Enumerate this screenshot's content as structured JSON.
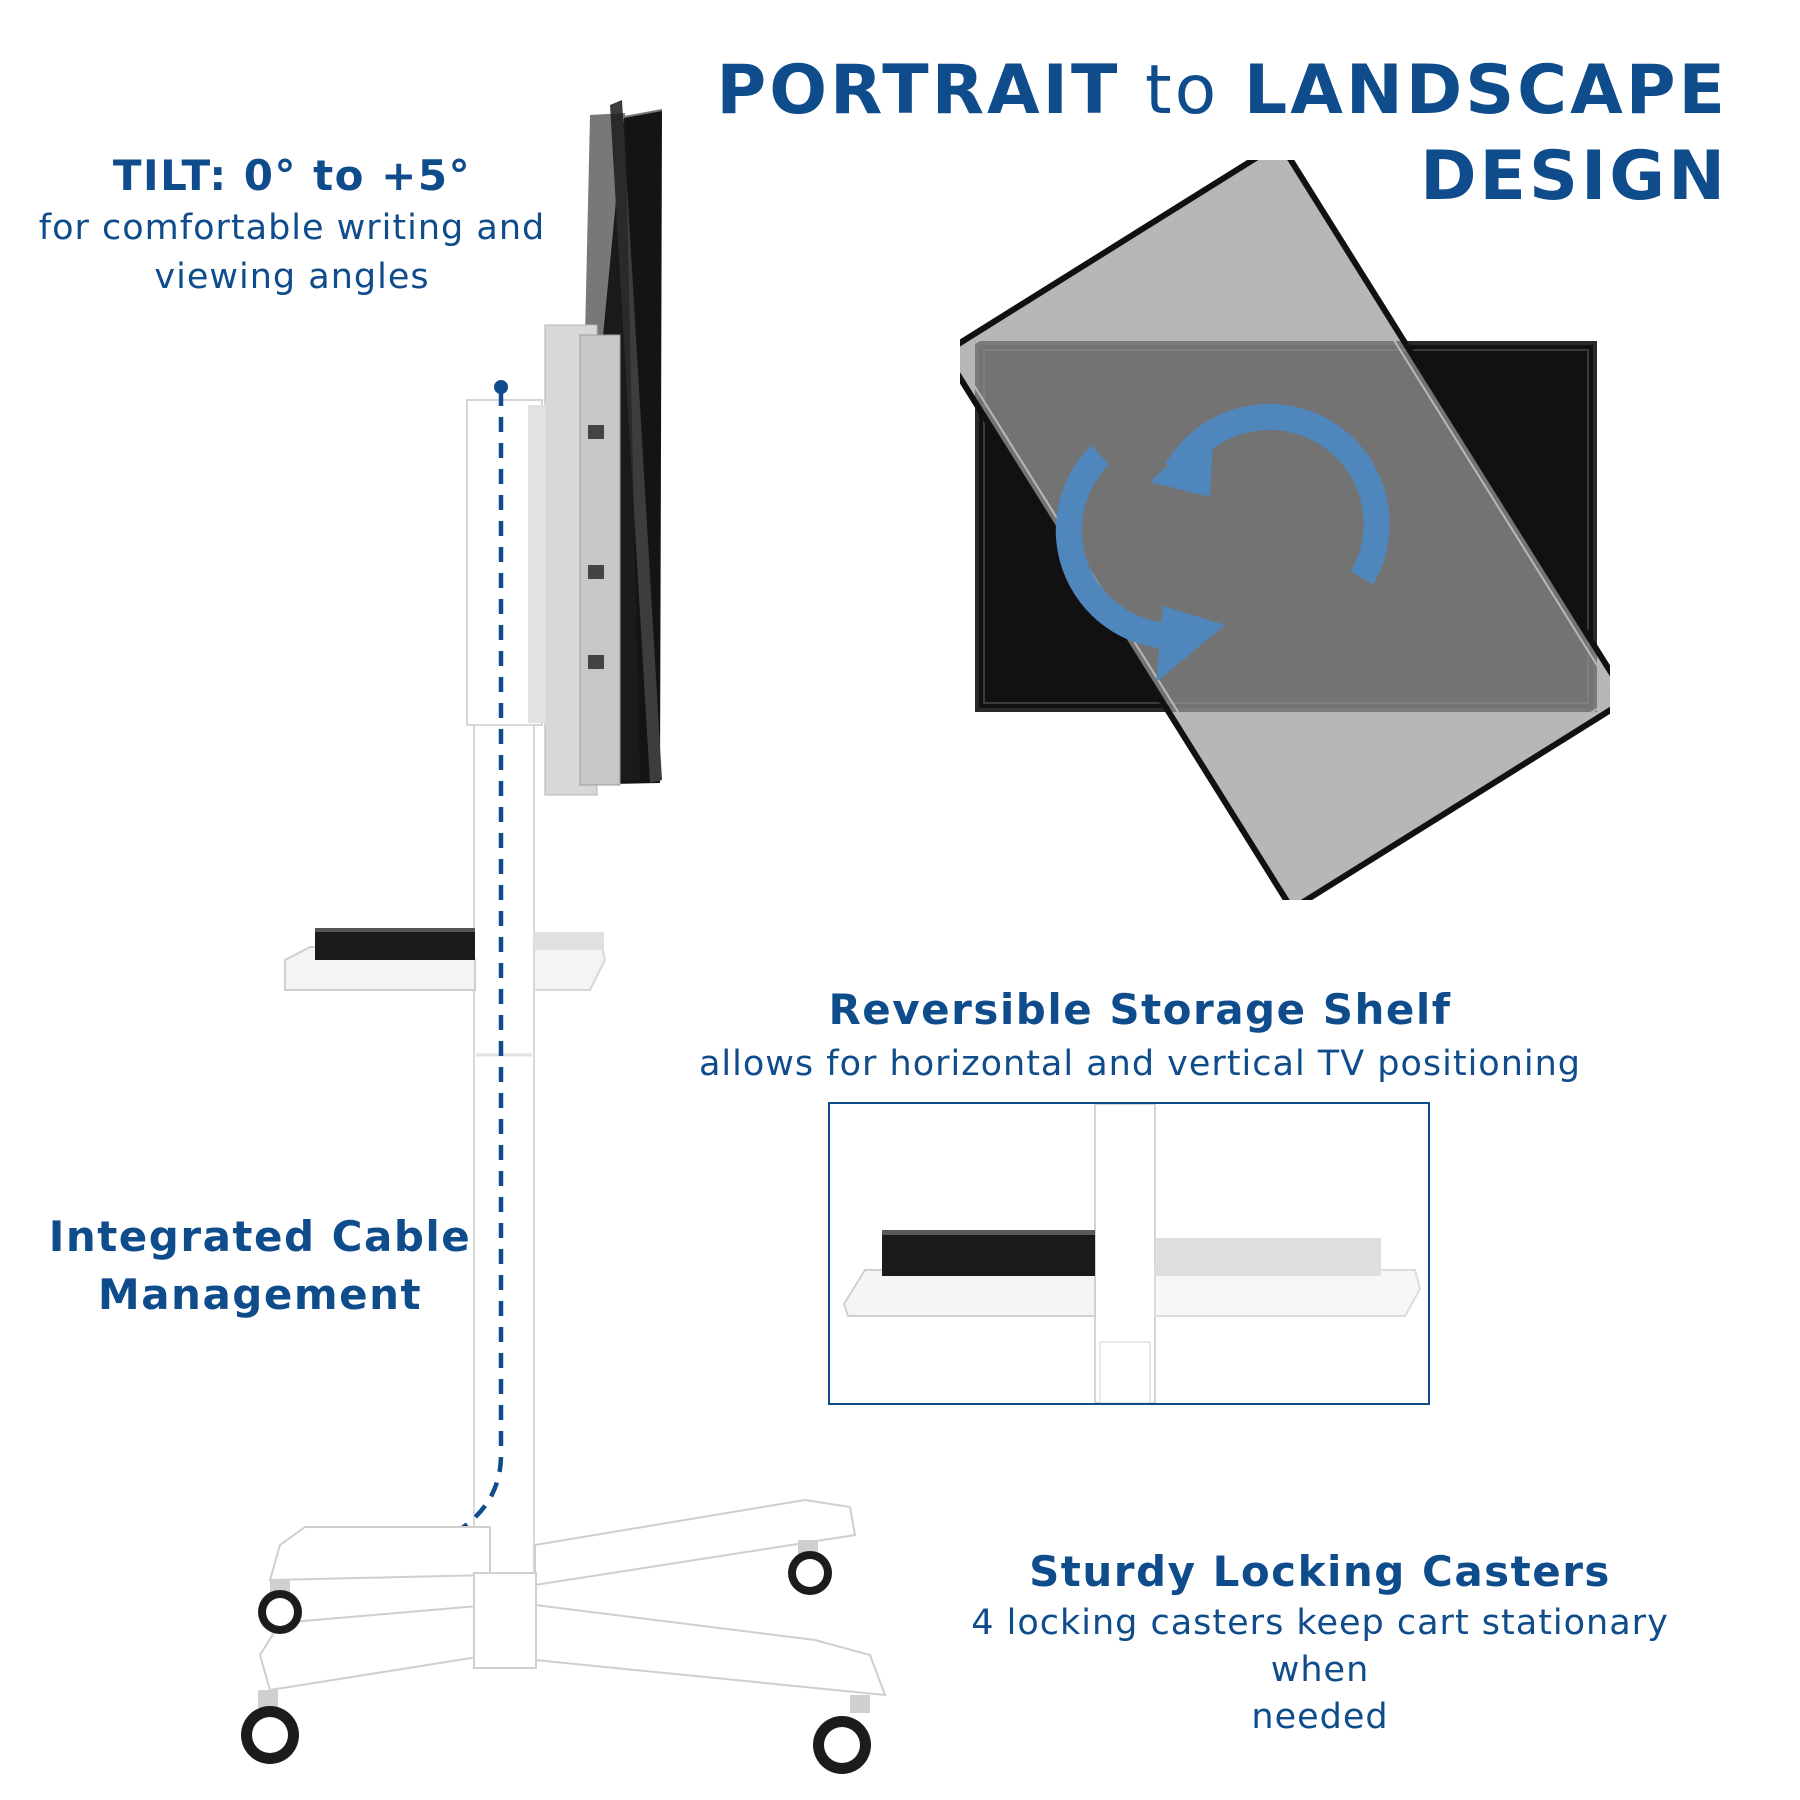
{
  "header": {
    "word1": "PORTRAIT",
    "word2": "to",
    "word3": "LANDSCAPE",
    "word4": "DESIGN"
  },
  "tilt": {
    "heading": "TILT: 0° to +5°",
    "line1": "for comfortable writing and",
    "line2": "viewing angles"
  },
  "shelf": {
    "heading": "Reversible Storage Shelf",
    "sub": "allows for horizontal and vertical TV positioning"
  },
  "cable": {
    "line1": "Integrated Cable",
    "line2": "Management"
  },
  "casters": {
    "heading": "Sturdy Locking Casters",
    "line1": "4 locking casters keep cart stationary when",
    "line2": "needed"
  },
  "colors": {
    "brand_blue": "#0f4c8c",
    "arrow_blue": "#4f87bd",
    "screen_black": "#111111",
    "ghost_gray": "#a9a9a9"
  }
}
